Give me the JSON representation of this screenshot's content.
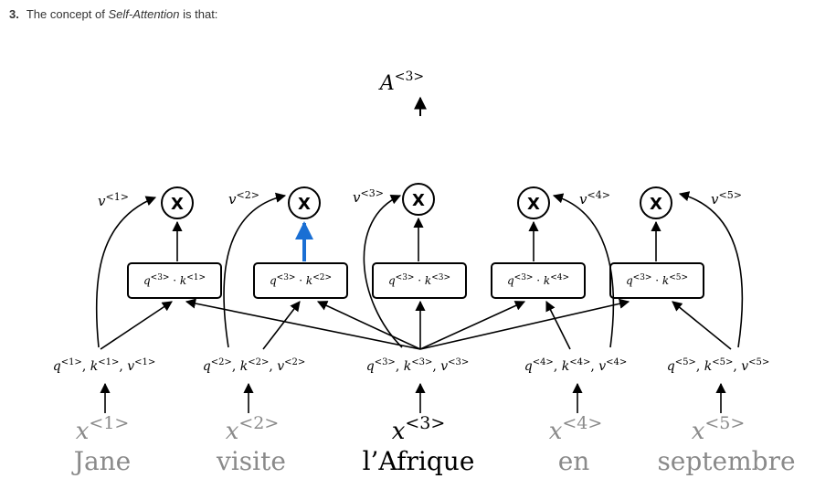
{
  "question": {
    "number": "3.",
    "prefix": "The concept of ",
    "term": "Self-Attention",
    "suffix": " is that:"
  },
  "diagram": {
    "output": {
      "base": "A",
      "sup": "<3>"
    },
    "values": [
      {
        "base": "v",
        "sup": "<1>"
      },
      {
        "base": "v",
        "sup": "<2>"
      },
      {
        "base": "v",
        "sup": "<3>"
      },
      {
        "base": "v",
        "sup": "<4>"
      },
      {
        "base": "v",
        "sup": "<5>"
      }
    ],
    "multiply_symbol": "X",
    "scores": [
      {
        "q": "q",
        "qs": "<3>",
        "dot": " · ",
        "k": "k",
        "ks": "<1>"
      },
      {
        "q": "q",
        "qs": "<3>",
        "dot": " · ",
        "k": "k",
        "ks": "<2>"
      },
      {
        "q": "q",
        "qs": "<3>",
        "dot": " · ",
        "k": "k",
        "ks": "<3>"
      },
      {
        "q": "q",
        "qs": "<3>",
        "dot": " · ",
        "k": "k",
        "ks": "<4>"
      },
      {
        "q": "q",
        "qs": "<3>",
        "dot": " · ",
        "k": "k",
        "ks": "<5>"
      }
    ],
    "qkv": [
      {
        "q": "q",
        "qs": "<1>",
        "k": "k",
        "ks": "<1>",
        "v": "v",
        "vs": "<1>",
        "sep": ", "
      },
      {
        "q": "q",
        "qs": "<2>",
        "k": "k",
        "ks": "<2>",
        "v": "v",
        "vs": "<2>",
        "sep": ", "
      },
      {
        "q": "q",
        "qs": "<3>",
        "k": "k",
        "ks": "<3>",
        "v": "v",
        "vs": "<3>",
        "sep": ", "
      },
      {
        "q": "q",
        "qs": "<4>",
        "k": "k",
        "ks": "<4>",
        "v": "v",
        "vs": "<4>",
        "sep": ", "
      },
      {
        "q": "q",
        "qs": "<5>",
        "k": "k",
        "ks": "<5>",
        "v": "v",
        "vs": "<5>",
        "sep": ", "
      }
    ],
    "inputs": [
      {
        "base": "x",
        "sup": "<1>"
      },
      {
        "base": "x",
        "sup": "<2>"
      },
      {
        "base": "x",
        "sup": "<3>"
      },
      {
        "base": "x",
        "sup": "<4>"
      },
      {
        "base": "x",
        "sup": "<5>"
      }
    ],
    "words": [
      "Jane",
      "visite",
      "l’Afrique",
      "en",
      "septembre"
    ],
    "active_index": 2,
    "colors": {
      "highlight_arrow": "#1a6fd4",
      "active_text": "#000000",
      "inactive_text": "#8a8a8a",
      "line": "#000000"
    }
  }
}
